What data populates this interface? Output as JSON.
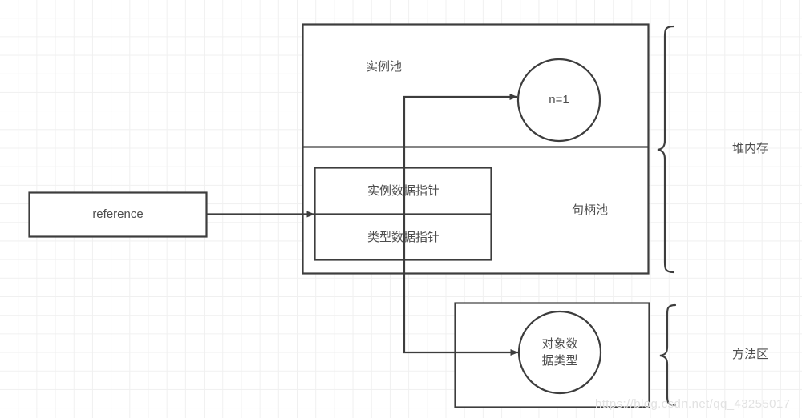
{
  "diagram": {
    "title_hidden": "Java object access via handle pool",
    "heap_container": {
      "instance_pool_label": "实例池",
      "handle_pool_label": "句柄池"
    },
    "reference_box": {
      "label": "reference"
    },
    "pointer_box": {
      "rows": [
        {
          "label": "实例数据指针"
        },
        {
          "label": "类型数据指针"
        }
      ]
    },
    "instance_circle": {
      "label": "n=1"
    },
    "method_area_box": {
      "circle_line1": "对象数",
      "circle_line2": "据类型"
    },
    "braces": [
      {
        "label": "堆内存"
      },
      {
        "label": "方法区"
      }
    ],
    "watermark": "https://blog.csdn.net/qq_43255017",
    "colors": {
      "stroke": "#3d3d3d",
      "text": "#4d4d4d",
      "grid": "#f0f0f0",
      "background": "#ffffff",
      "watermark": "#e2e2e2"
    }
  }
}
